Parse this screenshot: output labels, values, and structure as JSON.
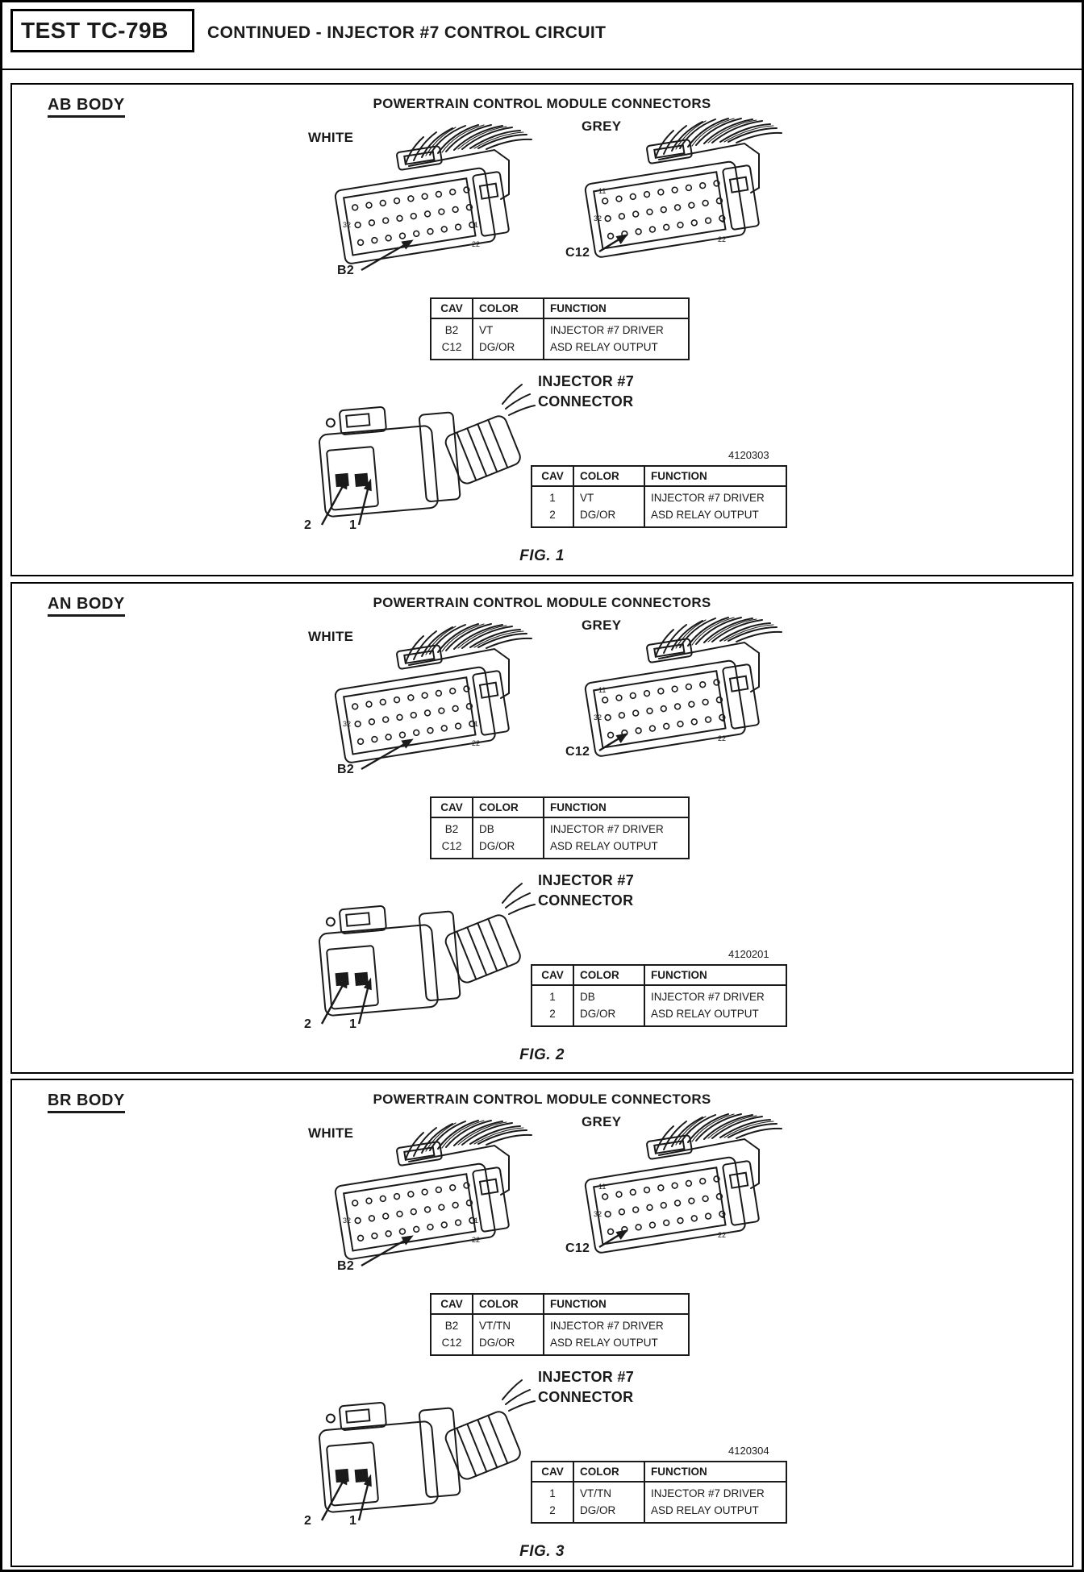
{
  "colors": {
    "ink": "#1a1a1a",
    "paper": "#ffffff"
  },
  "header": {
    "test_label": "TEST TC-79B",
    "title": "CONTINUED - INJECTOR #7 CONTROL CIRCUIT"
  },
  "shared": {
    "pcm_title": "POWERTRAIN CONTROL MODULE CONNECTORS",
    "white_label": "WHITE",
    "grey_label": "GREY",
    "b2_label": "B2",
    "c12_label": "C12",
    "injector_title": [
      "INJECTOR #7",
      "CONNECTOR"
    ],
    "table_headers": [
      "CAV",
      "COLOR",
      "FUNCTION"
    ],
    "pin_left": "2",
    "pin_right": "1",
    "pin_numbers": {
      "n32": "32",
      "n22": "22",
      "n11": "11",
      "n1": "1"
    }
  },
  "sections": [
    {
      "body_label": "AB BODY",
      "pcm_rows": [
        [
          "B2",
          "VT",
          "INJECTOR #7 DRIVER"
        ],
        [
          "C12",
          "DG/OR",
          "ASD RELAY OUTPUT"
        ]
      ],
      "part_number": "4120303",
      "inj_rows": [
        [
          "1",
          "VT",
          "INJECTOR #7 DRIVER"
        ],
        [
          "2",
          "DG/OR",
          "ASD RELAY OUTPUT"
        ]
      ],
      "fig_label": "FIG. 1"
    },
    {
      "body_label": "AN BODY",
      "pcm_rows": [
        [
          "B2",
          "DB",
          "INJECTOR #7 DRIVER"
        ],
        [
          "C12",
          "DG/OR",
          "ASD RELAY OUTPUT"
        ]
      ],
      "part_number": "4120201",
      "inj_rows": [
        [
          "1",
          "DB",
          "INJECTOR #7 DRIVER"
        ],
        [
          "2",
          "DG/OR",
          "ASD RELAY OUTPUT"
        ]
      ],
      "fig_label": "FIG. 2"
    },
    {
      "body_label": "BR BODY",
      "pcm_rows": [
        [
          "B2",
          "VT/TN",
          "INJECTOR #7 DRIVER"
        ],
        [
          "C12",
          "DG/OR",
          "ASD RELAY OUTPUT"
        ]
      ],
      "part_number": "4120304",
      "inj_rows": [
        [
          "1",
          "VT/TN",
          "INJECTOR #7 DRIVER"
        ],
        [
          "2",
          "DG/OR",
          "ASD RELAY OUTPUT"
        ]
      ],
      "fig_label": "FIG. 3"
    }
  ]
}
